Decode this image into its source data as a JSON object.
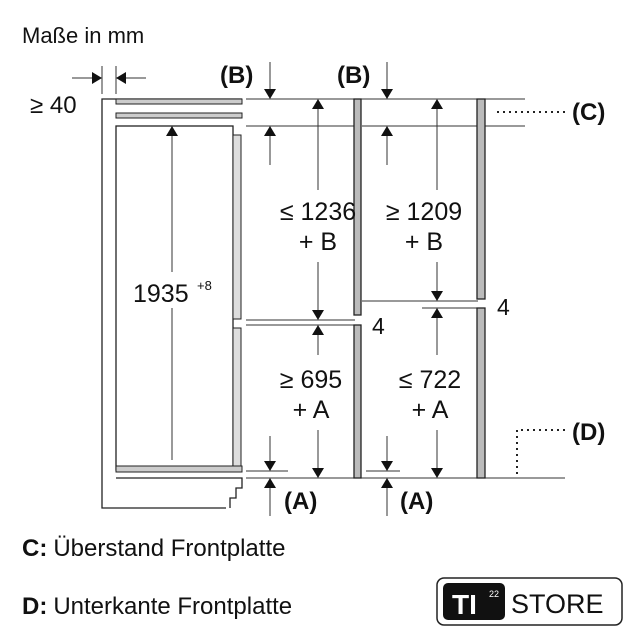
{
  "title": "Maße in mm",
  "labels": {
    "min_side_gap": "≥ 40",
    "height": "1935",
    "height_tolerance": "+8",
    "b_label": "(B)",
    "a_label": "(A)",
    "c_label": "(C)",
    "d_label": "(D)",
    "upper_max": "≤ 1236",
    "upper_min": "≥ 1209",
    "plus_b": "+ B",
    "lower_min": "≥ 695",
    "lower_max": "≤ 722",
    "plus_a": "+ A",
    "gap": "4"
  },
  "legend": [
    {
      "key": "C:",
      "text": "Überstand Frontplatte"
    },
    {
      "key": "D:",
      "text": "Unterkante Frontplatte"
    }
  ],
  "logo": {
    "mark": "TI",
    "sup": "22",
    "word": "STORE"
  }
}
